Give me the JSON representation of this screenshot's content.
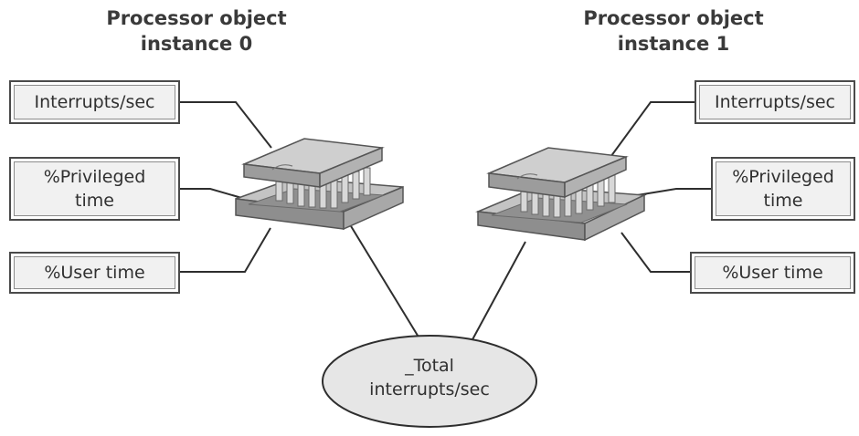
{
  "instance0": {
    "title_line1": "Processor object",
    "title_line2": "instance 0",
    "counters": {
      "interrupts": "Interrupts/sec",
      "privileged_line1": "%Privileged",
      "privileged_line2": "time",
      "user": "%User time"
    }
  },
  "instance1": {
    "title_line1": "Processor object",
    "title_line2": "instance 1",
    "counters": {
      "interrupts": "Interrupts/sec",
      "privileged_line1": "%Privileged",
      "privileged_line2": "time",
      "user": "%User time"
    }
  },
  "total": {
    "line1": "_Total",
    "line2": "interrupts/sec"
  },
  "colors": {
    "chip_top": "#c9c9c9",
    "chip_side": "#9a9a9a",
    "socket": "#bcbcbc",
    "box_fill": "#f1f1f1",
    "ellipse_fill": "#e6e6e6",
    "lines": "#2e2e2e"
  }
}
